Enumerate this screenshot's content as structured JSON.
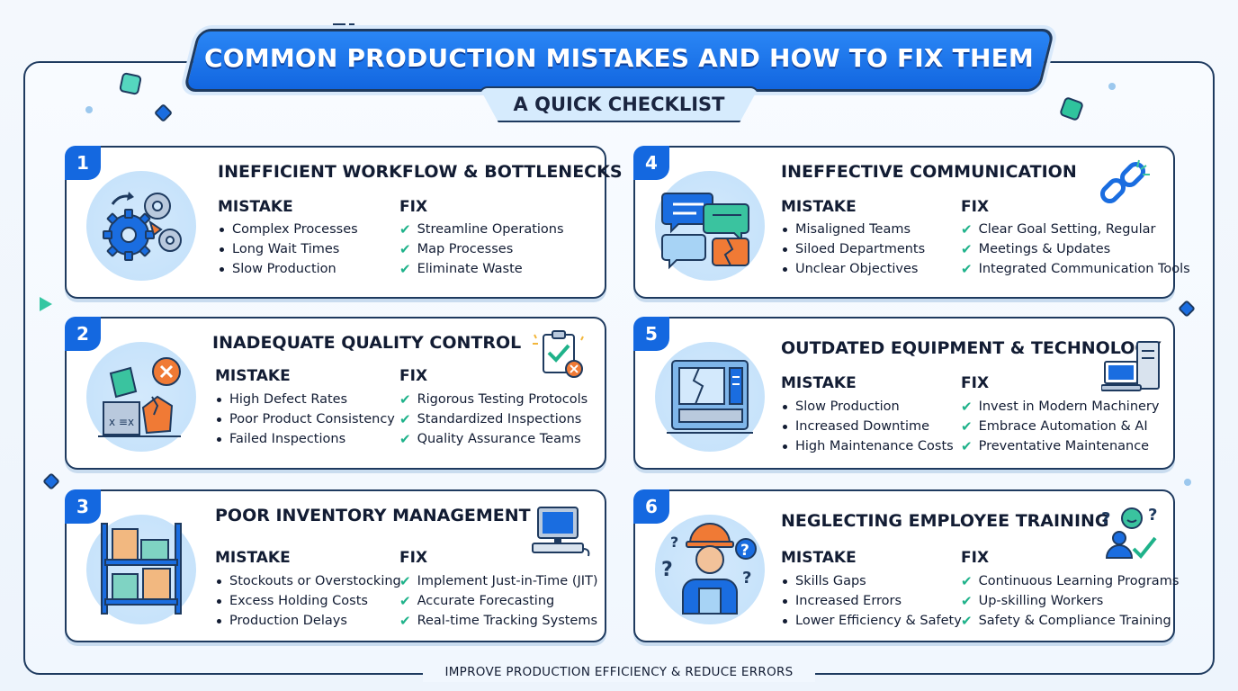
{
  "header": {
    "title": "COMMON PRODUCTION MISTAKES AND HOW TO FIX THEM",
    "subtitle": "A QUICK CHECKLIST"
  },
  "labels": {
    "mistake": "MISTAKE",
    "fix": "FIX"
  },
  "cards": [
    {
      "number": "1",
      "title": "INEFFICIENT WORKFLOW & BOTTLENECKS",
      "icon": "gears-icon",
      "mistakes": [
        "Complex Processes",
        "Long Wait Times",
        "Slow Production"
      ],
      "fixes": [
        "Streamline Operations",
        "Map Processes",
        "Eliminate Waste"
      ]
    },
    {
      "number": "2",
      "title": "INADEQUATE QUALITY CONTROL",
      "icon": "broken-boxes-icon",
      "mistakes": [
        "High Defect Rates",
        "Poor Product Consistency",
        "Failed Inspections"
      ],
      "fixes": [
        "Rigorous Testing Protocols",
        "Standardized Inspections",
        "Quality Assurance Teams"
      ]
    },
    {
      "number": "3",
      "title": "POOR INVENTORY MANAGEMENT",
      "icon": "inventory-shelf-icon",
      "mistakes": [
        "Stockouts or Overstocking",
        "Excess Holding Costs",
        "Production Delays"
      ],
      "fixes": [
        "Implement Just-in-Time (JIT)",
        "Accurate Forecasting",
        "Real-time Tracking Systems"
      ]
    },
    {
      "number": "4",
      "title": "INEFFECTIVE COMMUNICATION",
      "icon": "chat-bubbles-icon",
      "mistakes": [
        "Misaligned Teams",
        "Siloed Departments",
        "Unclear Objectives"
      ],
      "fixes": [
        "Clear Goal Setting, Regular",
        "Meetings & Updates",
        "Integrated Communication Tools"
      ]
    },
    {
      "number": "5",
      "title": "OUTDATED EQUIPMENT & TECHNOLOGY",
      "icon": "broken-machine-icon",
      "mistakes": [
        "Slow Production",
        "Increased Downtime",
        "High Maintenance Costs"
      ],
      "fixes": [
        "Invest in Modern Machinery",
        "Embrace Automation & AI",
        "Preventative Maintenance"
      ]
    },
    {
      "number": "6",
      "title": "NEGLECTING EMPLOYEE TRAINING",
      "icon": "confused-worker-icon",
      "mistakes": [
        "Skills Gaps",
        "Increased Errors",
        "Lower Efficiency & Safety"
      ],
      "fixes": [
        "Continuous Learning Programs",
        "Up-skilling Workers",
        "Safety & Compliance Training"
      ]
    }
  ],
  "footer": {
    "text": "IMPROVE PRODUCTION EFFICIENCY & REDUCE ERRORS"
  }
}
